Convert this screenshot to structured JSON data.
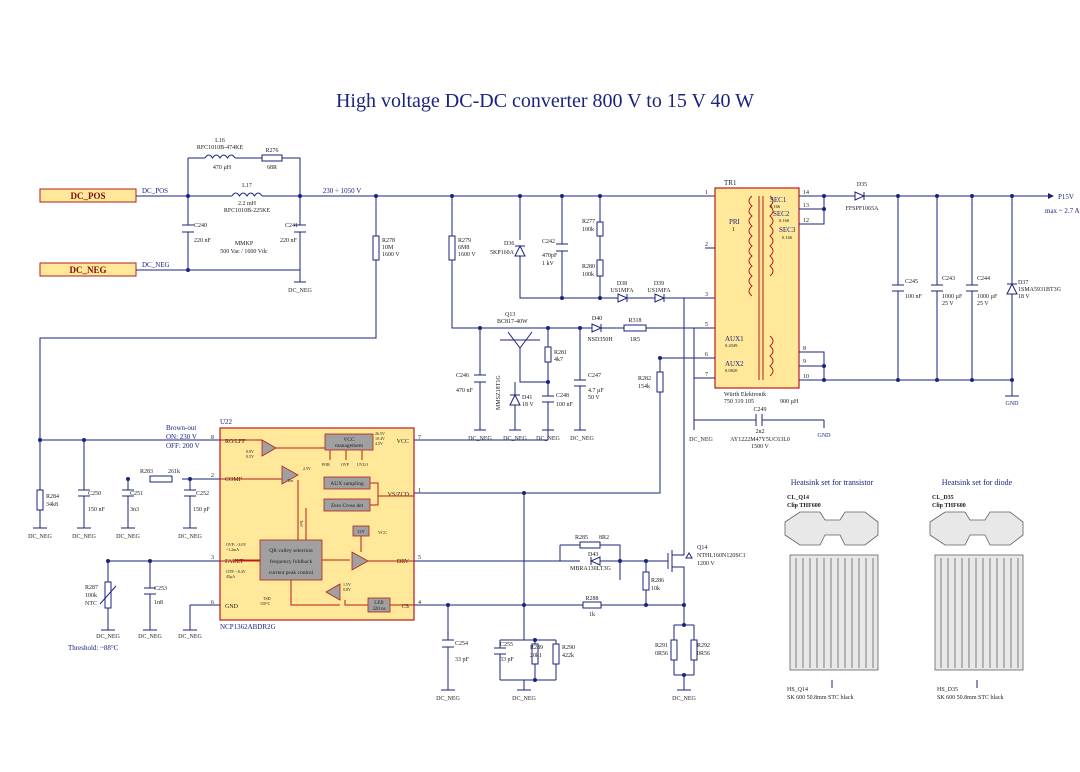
{
  "title": "High voltage DC-DC converter 800 V to 15 V 40 W",
  "ports": {
    "dc_pos": "DC_POS",
    "dc_neg": "DC_NEG",
    "p15v": "P15V",
    "max": "max ~ 2.7 A",
    "dc_pos_net": "DC_POS",
    "dc_neg_net": "DC_NEG"
  },
  "labels": {
    "input_range": "230 ÷ 1050 V",
    "gnd": "GND",
    "dc_neg": "DC_NEG",
    "brownout": "Brown-out",
    "brownout_on": "ON: 230 V",
    "brownout_off": "OFF: 200 V",
    "threshold": "Threshold: ~88°C",
    "aux_num": "0.2049",
    "pri_num": "1",
    "tr1_num": "900 µH",
    "heatsink_transistor": "Heatsink set for transistor",
    "heatsink_diode": "Heatsink set for diode",
    "cl_q14": "CL_Q14",
    "cl_q14_clip": "Clip THF600",
    "cl_d35": "CL_D35",
    "cl_d35_clip": "Clip THF600",
    "hs_q14": "HS_Q14",
    "hs_q14_desc": "SK 600 50.8mm STC black",
    "hs_d35": "HS_D35",
    "hs_d35_desc": "SK 600 50.8mm STC black"
  },
  "parts": {
    "l16": [
      "L16",
      "RFC1010B-474KE",
      "470 µH"
    ],
    "r276": [
      "R276",
      "68R"
    ],
    "l17": [
      "L17",
      "2.2 mH",
      "RFC1010B-225KE"
    ],
    "c240": [
      "C240",
      "220 nF"
    ],
    "c241": [
      "C241",
      "220 nF"
    ],
    "mmkp": [
      "MMKP",
      "500 Vac / 1600 Vdc"
    ],
    "r278": [
      "R278",
      "10M",
      "1600 V"
    ],
    "r279": [
      "R279",
      "6M8",
      "1600 V"
    ],
    "d36": [
      "D36",
      "5KP160A"
    ],
    "c242": [
      "C242",
      "470pF",
      "1 kV"
    ],
    "r277": [
      "R277",
      "100k"
    ],
    "r280": [
      "R280",
      "100k"
    ],
    "d38": [
      "D38",
      "US1MFA"
    ],
    "d39": [
      "D39",
      "US1MFA"
    ],
    "tr1": [
      "TR1",
      "PRI",
      "SEC1",
      "0.166",
      "SEC2",
      "0.166",
      "SEC3",
      "0.166",
      "AUX1",
      "AUX2",
      "0.0820",
      "Würth Elektronik",
      "750 319 105"
    ],
    "d35": [
      "D35",
      "FFSPF1065A"
    ],
    "c245": [
      "C245",
      "100 nF"
    ],
    "c243": [
      "C243",
      "1000 µF",
      "25 V"
    ],
    "c244": [
      "C244",
      "1000 µF",
      "25 V"
    ],
    "d37": [
      "D37",
      "1SMA5931BT3G",
      "18 V"
    ],
    "q13": [
      "Q13",
      "BC817-40W"
    ],
    "d40": [
      "D40",
      "NSD350H"
    ],
    "r318": [
      "R318",
      "1R5"
    ],
    "r281": [
      "R281",
      "4k7"
    ],
    "c246": [
      "C246",
      "470 nF"
    ],
    "mmsz": [
      "MMSZ18T1G"
    ],
    "d41": [
      "D41",
      "18 V"
    ],
    "c248": [
      "C248",
      "100 nF"
    ],
    "c247": [
      "C247",
      "4.7 µF",
      "50 V"
    ],
    "r282": [
      "R282",
      "154k"
    ],
    "c249": [
      "C249",
      "2n2",
      "AY1222M47Y5UC63L0",
      "1500 V"
    ],
    "u22": [
      "U22",
      "NCP1362ABDR2G"
    ],
    "r284": [
      "R284",
      "34k8"
    ],
    "c250": [
      "C250",
      "150 nF"
    ],
    "r283": [
      "R283",
      "261k"
    ],
    "c251": [
      "C251",
      "3n3"
    ],
    "c252": [
      "C252",
      "150 pF"
    ],
    "r287": [
      "R287",
      "100k",
      "NTC"
    ],
    "c253": [
      "C253",
      "1n8"
    ],
    "r285": [
      "R285",
      "8R2"
    ],
    "d43": [
      "D43",
      "MBRA130LT3G"
    ],
    "q14": [
      "Q14",
      "NTHL160N120SC1",
      "1200 V"
    ],
    "r286": [
      "R286",
      "10k"
    ],
    "r288": [
      "R288",
      "1k"
    ],
    "c254": [
      "C254",
      "33 pF"
    ],
    "c255": [
      "C255",
      "33 pF"
    ],
    "r289": [
      "R289",
      "20k1"
    ],
    "r290": [
      "R290",
      "422k"
    ],
    "r291": [
      "R291",
      "0R56"
    ],
    "r292": [
      "R292",
      "0R56"
    ]
  },
  "ic": {
    "pins_left": [
      "RO/LFF",
      "COMP",
      "FAULT",
      "GND"
    ],
    "pins_right": [
      "VCC",
      "VS/ZCD",
      "DRV",
      "CS"
    ],
    "pin_nums_left": [
      "8",
      "2",
      "3",
      "6"
    ],
    "pin_nums_right": [
      "7",
      "1",
      "5",
      "4"
    ],
    "vcc_mgmt": [
      "VCC",
      "management"
    ],
    "vcc_levels": [
      "26.5V",
      "10.4V",
      "4.5V"
    ],
    "vcc_sigs": [
      "POR",
      "OVP",
      "UVLO"
    ],
    "aux_sampling": "AUX sampling",
    "zero_cross": "Zero Cross det",
    "qr_block": [
      "QR valley selection",
      "frequency foldback",
      "current peak control"
    ],
    "leb": [
      "LEB",
      "320 ns"
    ],
    "ovp": [
      "OVP: >3.0V",
      "~1.2mA"
    ],
    "otp": [
      "OTP: <0.4V",
      "45µA"
    ],
    "tsd": [
      "TSD",
      "150°C"
    ],
    "misc": [
      "0.8V",
      "0.5V",
      "2.5V",
      "Ton",
      "12V",
      "VCC",
      "1.5V",
      "0.8V",
      "CS",
      "Toff"
    ]
  },
  "tr_pins": [
    "1",
    "2",
    "3",
    "5",
    "6",
    "7",
    "8",
    "9",
    "10",
    "12",
    "13",
    "14"
  ]
}
